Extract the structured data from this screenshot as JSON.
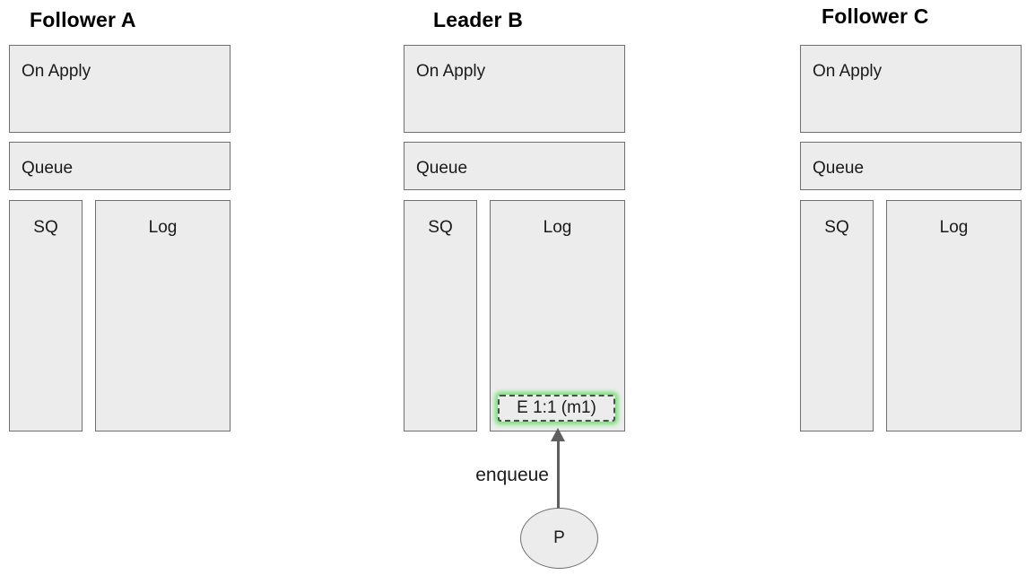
{
  "nodes": [
    {
      "title": "Follower A",
      "boxes": {
        "apply": "On Apply",
        "queue": "Queue",
        "sq": "SQ",
        "log": "Log"
      },
      "log_entries": []
    },
    {
      "title": "Leader B",
      "boxes": {
        "apply": "On Apply",
        "queue": "Queue",
        "sq": "SQ",
        "log": "Log"
      },
      "log_entries": [
        {
          "label": "E 1:1 (m1)",
          "highlight": "green"
        }
      ]
    },
    {
      "title": "Follower C",
      "boxes": {
        "apply": "On Apply",
        "queue": "Queue",
        "sq": "SQ",
        "log": "Log"
      },
      "log_entries": []
    }
  ],
  "flow": {
    "arrow_label": "enqueue",
    "producer_label": "P"
  },
  "colors": {
    "box_fill": "#ececec",
    "box_border": "#6f6f6f",
    "entry_border": "#4d4d4d",
    "entry_glow": "#7ee37e",
    "arrow": "#5f5f5f",
    "title_text": "#000000",
    "label_text": "#1a1a1a"
  }
}
